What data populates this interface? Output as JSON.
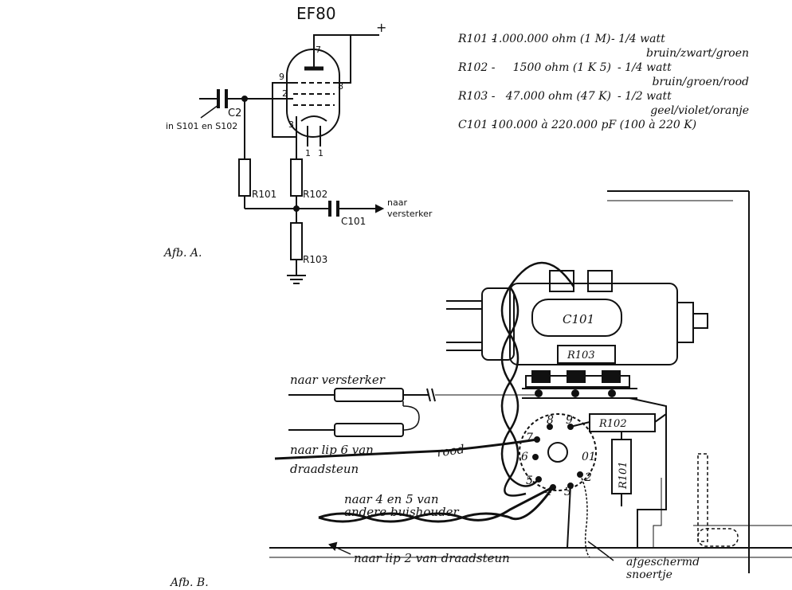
{
  "schematic": {
    "tube": "EF80",
    "plus": "+",
    "pins": [
      "7",
      "9",
      "2",
      "8",
      "3",
      "1",
      "1"
    ],
    "c2": "C2",
    "c2_note": "in S101 en S102",
    "r101": "R101",
    "r102": "R102",
    "r103": "R103",
    "c101": "C101",
    "out_label_1": "naar",
    "out_label_2": "versterker",
    "caption": "Afb. A."
  },
  "parts_list": [
    {
      "ref": "R101 -",
      "value": "1.000.000 ohm (1 M)",
      "power": "- 1/4 watt",
      "colors": "bruin/zwart/groen"
    },
    {
      "ref": "R102 -",
      "value": "1500 ohm (1 K 5)",
      "power": "- 1/4 watt",
      "colors": "bruin/groen/rood"
    },
    {
      "ref": "R103 -",
      "value": "47.000 ohm (47 K)",
      "power": "- 1/2 watt",
      "colors": "geel/violet/oranje"
    },
    {
      "ref": "C101 -",
      "value": "100.000 à 220.000 pF (100 à 220 K)",
      "power": "",
      "colors": ""
    }
  ],
  "wiring": {
    "c101": "C101",
    "r103": "R103",
    "r102": "R102",
    "r101": "R101",
    "naar_versterker": "naar versterker",
    "naar_lip6": "naar lip 6 van",
    "draadsteun": "draadsteun",
    "rood": "rood",
    "naar_4en5": "naar 4 en 5 van",
    "andere_buishouder": "andere buishouder",
    "naar_lip2": "naar lip 2 van draadsteun",
    "afgeschermd": "afgeschermd",
    "snoertje": "snoertje",
    "socket_pins": [
      "8",
      "9",
      "7",
      "6",
      "01",
      "5",
      "4",
      "3",
      "2"
    ],
    "caption": "Afb. B."
  }
}
